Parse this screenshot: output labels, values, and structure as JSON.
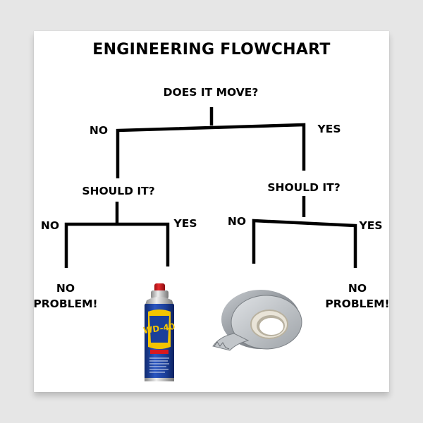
{
  "title": "ENGINEERING FLOWCHART",
  "nodes": {
    "root_question": "DOES IT MOVE?",
    "left_question": "SHOULD IT?",
    "right_question": "SHOULD IT?"
  },
  "labels": {
    "root_no": "NO",
    "root_yes": "YES",
    "left_no": "NO",
    "left_yes": "YES",
    "right_no": "NO",
    "right_yes": "YES"
  },
  "results": {
    "left_no_line1": "NO",
    "left_no_line2": "PROBLEM!",
    "right_yes_line1": "NO",
    "right_yes_line2": "PROBLEM!"
  },
  "product_can": {
    "brand": "WD-40",
    "icon": "wd40-spray-can"
  },
  "product_tape": {
    "icon": "duct-tape-roll"
  },
  "colors": {
    "can_blue": "#1b3f9a",
    "can_yellow": "#f4c400",
    "can_red": "#d8191f",
    "tape_silver": "#9ea3a8"
  }
}
